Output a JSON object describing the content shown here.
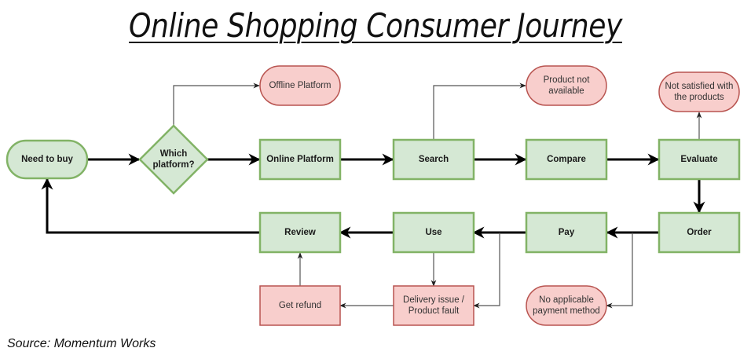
{
  "title": "Online Shopping Consumer Journey",
  "source": "Source: Momentum Works",
  "colors": {
    "green_fill": "#d5e8d4",
    "green_stroke": "#82b366",
    "red_fill": "#f8cecc",
    "red_stroke": "#b85450",
    "main_edge": "#000000",
    "side_edge": "#555555"
  },
  "nodes": [
    {
      "id": "need",
      "label": [
        "Need to buy"
      ],
      "shape": "terminal",
      "kind": "main"
    },
    {
      "id": "which",
      "label": [
        "Which",
        "platform?"
      ],
      "shape": "diamond",
      "kind": "main"
    },
    {
      "id": "offline",
      "label": [
        "Offline Platform"
      ],
      "shape": "terminal",
      "kind": "exit"
    },
    {
      "id": "online",
      "label": [
        "Online Platform"
      ],
      "shape": "process",
      "kind": "main"
    },
    {
      "id": "search",
      "label": [
        "Search"
      ],
      "shape": "process",
      "kind": "main"
    },
    {
      "id": "notavail",
      "label": [
        "Product not",
        "available"
      ],
      "shape": "terminal",
      "kind": "exit"
    },
    {
      "id": "compare",
      "label": [
        "Compare"
      ],
      "shape": "process",
      "kind": "main"
    },
    {
      "id": "evaluate",
      "label": [
        "Evaluate"
      ],
      "shape": "process",
      "kind": "main"
    },
    {
      "id": "notsat",
      "label": [
        "Not satisfied with",
        "the products"
      ],
      "shape": "terminal",
      "kind": "exit"
    },
    {
      "id": "order",
      "label": [
        "Order"
      ],
      "shape": "process",
      "kind": "main"
    },
    {
      "id": "pay",
      "label": [
        "Pay"
      ],
      "shape": "process",
      "kind": "main"
    },
    {
      "id": "nopay",
      "label": [
        "No applicable",
        "payment method"
      ],
      "shape": "terminal",
      "kind": "exit"
    },
    {
      "id": "use",
      "label": [
        "Use"
      ],
      "shape": "process",
      "kind": "main"
    },
    {
      "id": "delivery",
      "label": [
        "Delivery issue /",
        "Product fault"
      ],
      "shape": "process",
      "kind": "exit"
    },
    {
      "id": "review",
      "label": [
        "Review"
      ],
      "shape": "process",
      "kind": "main"
    },
    {
      "id": "refund",
      "label": [
        "Get refund"
      ],
      "shape": "process",
      "kind": "exit"
    }
  ],
  "edges": [
    {
      "from": "need",
      "to": "which",
      "kind": "main"
    },
    {
      "from": "which",
      "to": "online",
      "kind": "main"
    },
    {
      "from": "which",
      "to": "offline",
      "kind": "side"
    },
    {
      "from": "online",
      "to": "search",
      "kind": "main"
    },
    {
      "from": "search",
      "to": "compare",
      "kind": "main"
    },
    {
      "from": "search",
      "to": "notavail",
      "kind": "side"
    },
    {
      "from": "compare",
      "to": "evaluate",
      "kind": "main"
    },
    {
      "from": "evaluate",
      "to": "notsat",
      "kind": "side"
    },
    {
      "from": "evaluate",
      "to": "order",
      "kind": "main"
    },
    {
      "from": "order",
      "to": "pay",
      "kind": "main"
    },
    {
      "from": "order",
      "to": "nopay",
      "kind": "side"
    },
    {
      "from": "pay",
      "to": "use",
      "kind": "main"
    },
    {
      "from": "pay",
      "to": "delivery",
      "kind": "side"
    },
    {
      "from": "use",
      "to": "review",
      "kind": "main"
    },
    {
      "from": "use",
      "to": "delivery",
      "kind": "side"
    },
    {
      "from": "delivery",
      "to": "refund",
      "kind": "side"
    },
    {
      "from": "refund",
      "to": "review",
      "kind": "side"
    },
    {
      "from": "review",
      "to": "need",
      "kind": "main"
    }
  ]
}
